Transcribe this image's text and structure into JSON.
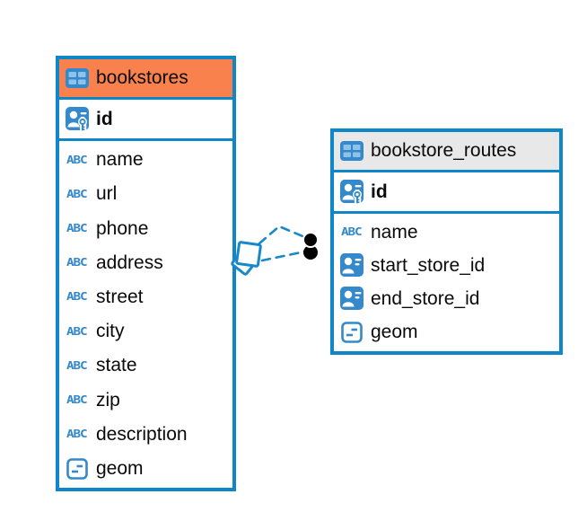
{
  "canvas": {
    "background": "#ffffff"
  },
  "colors": {
    "table_border": "#0F86C8",
    "relation_line": "#1789CB",
    "icon_blue": "#3389CB",
    "icon_cell_blue": "#8FC2E9",
    "orange_header": "#F8814E",
    "gray_header": "#E9E8E9",
    "text": "#0a0a0a",
    "endpoint_dot": "#000000"
  },
  "tables": [
    {
      "name": "bookstores",
      "header_bg": "#F8814E",
      "header_icon": "table-icon",
      "primary_key": {
        "name": "id",
        "icon": "primary-key-icon"
      },
      "columns": [
        {
          "name": "name",
          "icon": "text-icon"
        },
        {
          "name": "url",
          "icon": "text-icon"
        },
        {
          "name": "phone",
          "icon": "text-icon"
        },
        {
          "name": "address",
          "icon": "text-icon"
        },
        {
          "name": "street",
          "icon": "text-icon"
        },
        {
          "name": "city",
          "icon": "text-icon"
        },
        {
          "name": "state",
          "icon": "text-icon"
        },
        {
          "name": "zip",
          "icon": "text-icon"
        },
        {
          "name": "description",
          "icon": "text-icon"
        },
        {
          "name": "geom",
          "icon": "geometry-icon"
        }
      ]
    },
    {
      "name": "bookstore_routes",
      "header_bg": "#E9E8E9",
      "header_icon": "table-icon",
      "primary_key": {
        "name": "id",
        "icon": "primary-key-icon"
      },
      "columns": [
        {
          "name": "name",
          "icon": "text-icon"
        },
        {
          "name": "start_store_id",
          "icon": "reference-icon"
        },
        {
          "name": "end_store_id",
          "icon": "reference-icon"
        },
        {
          "name": "geom",
          "icon": "geometry-icon"
        }
      ]
    }
  ],
  "relationships": [
    {
      "from": "bookstores",
      "to": "bookstore_routes",
      "line_style": "dashed",
      "source_marker": "diamond",
      "target_marker": "dot",
      "line_count": 2
    }
  ]
}
